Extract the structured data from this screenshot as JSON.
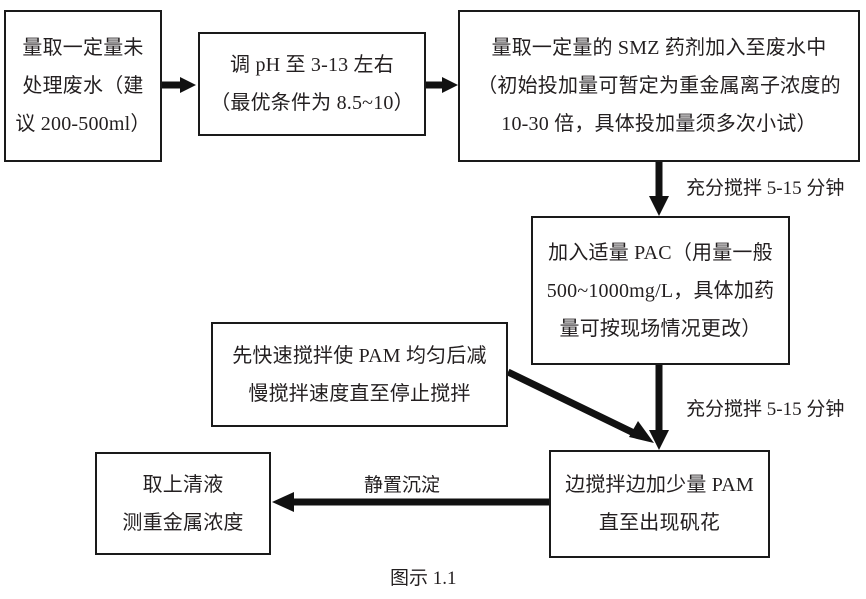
{
  "figure": {
    "caption": "图示 1.1",
    "type": "process-flowchart",
    "line_color": "#111111",
    "text_color": "#231f20",
    "background": "#ffffff"
  },
  "nodes": [
    {
      "id": "sample-wastewater",
      "lines": [
        "量取一定量未",
        "处理废水（建",
        "议 200-500ml）"
      ]
    },
    {
      "id": "adjust-ph",
      "lines": [
        "调 pH 至 3-13 左右",
        "（最优条件为 8.5~10）"
      ]
    },
    {
      "id": "add-smz",
      "lines": [
        "量取一定量的 SMZ 药剂加入至废水中",
        "（初始投加量可暂定为重金属离子浓度的",
        "10-30 倍，具体投加量须多次小试）"
      ]
    },
    {
      "id": "add-pac",
      "lines": [
        "加入适量 PAC（用量一般",
        "500~1000mg/L，具体加药",
        "量可按现场情况更改）"
      ]
    },
    {
      "id": "pam-stirring-note",
      "lines": [
        "先快速搅拌使 PAM 均匀后减",
        "慢搅拌速度直至停止搅拌"
      ]
    },
    {
      "id": "add-pam",
      "lines": [
        "边搅拌边加少量 PAM",
        "直至出现矾花"
      ]
    },
    {
      "id": "measure-supernatant",
      "lines": [
        "取上清液",
        "测重金属浓度"
      ]
    }
  ],
  "edge_labels": [
    {
      "id": "stir-after-smz",
      "text": "充分搅拌 5-15 分钟"
    },
    {
      "id": "stir-after-pac",
      "text": "充分搅拌 5-15 分钟"
    },
    {
      "id": "settle",
      "text": "静置沉淀"
    }
  ]
}
